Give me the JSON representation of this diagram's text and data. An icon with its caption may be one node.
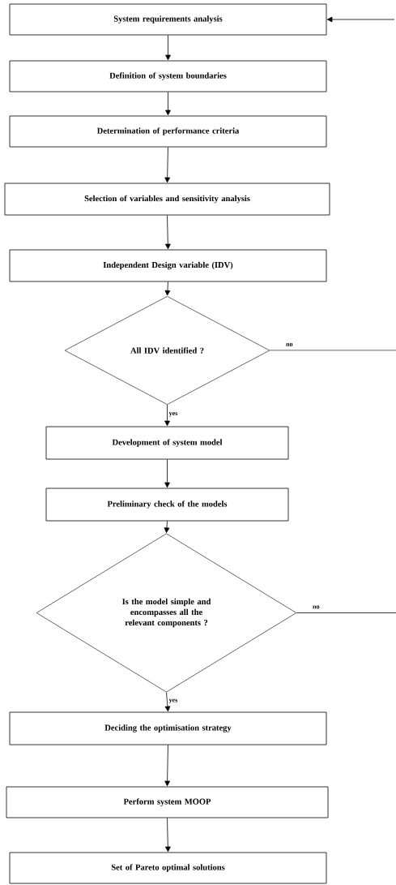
{
  "diagram": {
    "nodes": [
      {
        "text": [
          "System requirements analysis"
        ]
      },
      {
        "text": [
          "Definition of system boundaries"
        ]
      },
      {
        "text": [
          "Determination of performance criteria"
        ]
      },
      {
        "text": [
          "Selection of variables and sensitivity analysis"
        ]
      },
      {
        "text": [
          "Independent Design variable (IDV)"
        ]
      },
      {
        "text": [
          "All IDV identified ?"
        ]
      },
      {
        "text": [
          "Development of system model"
        ]
      },
      {
        "text": [
          "Preliminary check of the models"
        ]
      },
      {
        "text": [
          "Is the model simple and encompasses all the relevant components ?"
        ]
      },
      {
        "text": [
          "Deciding the optimisation strategy"
        ]
      },
      {
        "text": [
          "Perform system MOOP"
        ]
      },
      {
        "text": [
          "Set of Pareto optimal solutions"
        ]
      }
    ],
    "edges": [
      {
        "from": null,
        "to": 0,
        "arrow": "to"
      },
      {
        "from": 0,
        "to": 1,
        "arrow": "to"
      },
      {
        "from": 1,
        "to": 2,
        "arrow": "to"
      },
      {
        "from": 2,
        "to": 3,
        "arrow": "to"
      },
      {
        "from": 3,
        "to": 4,
        "arrow": "to"
      },
      {
        "from": 4,
        "to": 5,
        "arrow": "to"
      },
      {
        "from": 5,
        "to": null,
        "arrow": "none",
        "label": "no"
      },
      {
        "from": 5,
        "to": 6,
        "arrow": "to",
        "label": "yes"
      },
      {
        "from": 6,
        "to": 7,
        "arrow": "to"
      },
      {
        "from": 7,
        "to": 8,
        "arrow": "to"
      },
      {
        "from": 8,
        "to": null,
        "arrow": "none",
        "label": "no"
      },
      {
        "from": 8,
        "to": 9,
        "arrow": "to",
        "label": "yes"
      },
      {
        "from": 9,
        "to": 10,
        "arrow": "to"
      },
      {
        "from": 10,
        "to": 11,
        "arrow": "to"
      }
    ]
  }
}
